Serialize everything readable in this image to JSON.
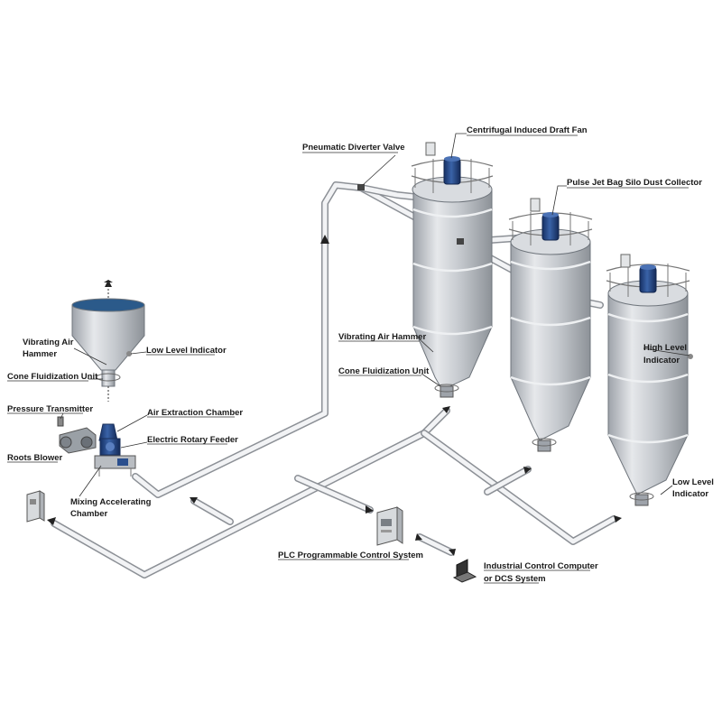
{
  "labels": {
    "centrifugal_fan": "Centrifugal Induced Draft Fan",
    "diverter_valve": "Pneumatic Diverter Valve",
    "dust_collector": "Pulse Jet Bag Silo Dust Collector",
    "vibrating_hammer_left_1": "Vibrating Air",
    "vibrating_hammer_left_2": "Hammer",
    "low_level_left": "Low Level Indicator",
    "cone_fluid_left": "Cone Fluidization Unit",
    "pressure_transmitter": "Pressure Transmitter",
    "air_extraction": "Air Extraction Chamber",
    "rotary_feeder": "Electric Rotary Feeder",
    "roots_blower": "Roots Blower",
    "mixing_1": "Mixing Accelerating",
    "mixing_2": "Chamber",
    "vibrating_hammer_mid": "Vibrating Air Hammer",
    "cone_fluid_mid": "Cone Fluidization Unit",
    "high_level_1": "High Level",
    "high_level_2": "Indicator",
    "low_level_right_1": "Low Level",
    "low_level_right_2": "Indicator",
    "plc": "PLC Programmable Control System",
    "ipc_1": "Industrial Control Computer",
    "ipc_2": "or DCS System"
  },
  "colors": {
    "silo_metal": "#c9ccd1",
    "pipe": "#8c9096",
    "fan_blue": "#1f3f7a",
    "hopper_material": "#2b5a8a"
  },
  "icons": [
    "silo",
    "hopper",
    "fan",
    "dust-collector",
    "roots-blower",
    "control-cabinet",
    "laptop",
    "flow-arrow"
  ]
}
